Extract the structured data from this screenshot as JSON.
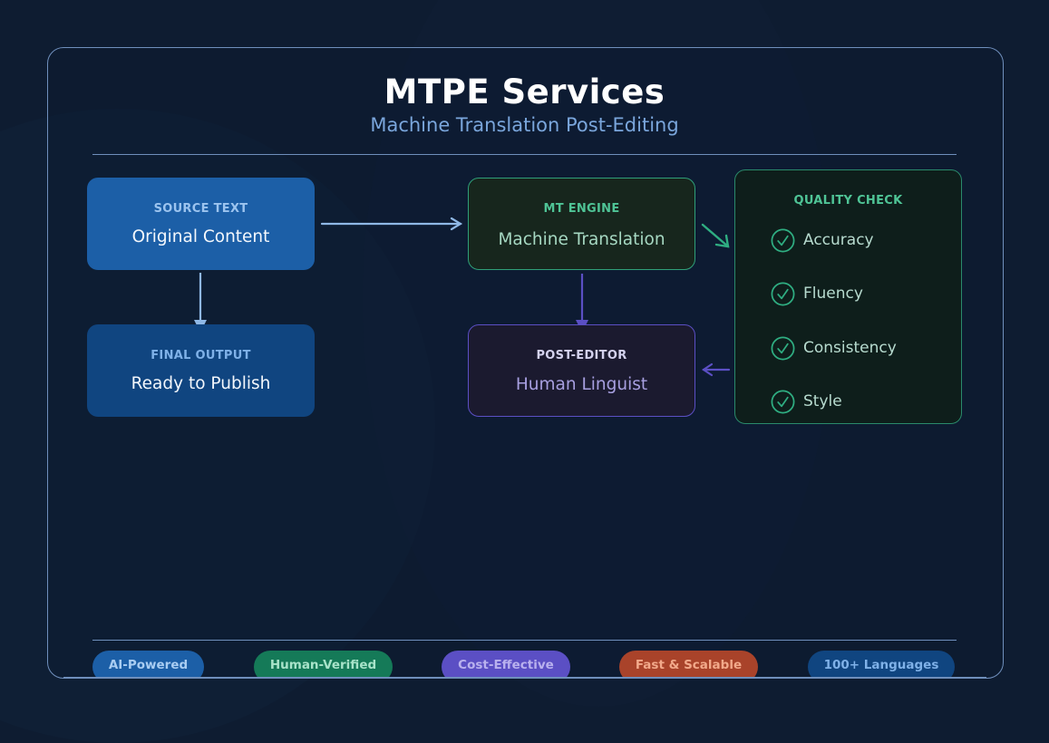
{
  "header": {
    "title": "MTPE Services",
    "subtitle": "Machine Translation Post-Editing"
  },
  "nodes": {
    "source": {
      "label": "SOURCE TEXT",
      "value": "Original Content"
    },
    "mt_engine": {
      "label": "MT ENGINE",
      "value": "Machine Translation"
    },
    "quality_check": {
      "label": "QUALITY CHECK",
      "items": [
        "Accuracy",
        "Fluency",
        "Consistency",
        "Style"
      ]
    },
    "post_editor": {
      "label": "POST-EDITOR",
      "value": "Human Linguist"
    },
    "final_output": {
      "label": "FINAL OUTPUT",
      "value": "Ready to Publish"
    }
  },
  "edges": [
    {
      "from": "source",
      "to": "mt_engine",
      "color": "#8fb8e6"
    },
    {
      "from": "mt_engine",
      "to": "quality_check",
      "color": "#2fae82"
    },
    {
      "from": "mt_engine",
      "to": "post_editor",
      "color": "#5b4fc4"
    },
    {
      "from": "quality_check",
      "to": "post_editor",
      "color": "#5b4fc4"
    },
    {
      "from": "source",
      "to": "final_output",
      "color": "#8fb8e6"
    }
  ],
  "tags": [
    {
      "label": "AI-Powered",
      "bg": "#1c5fa7",
      "fg": "#a9cdf2"
    },
    {
      "label": "Human-Verified",
      "bg": "#157a58",
      "fg": "#a8e3c9"
    },
    {
      "label": "Cost-Effective",
      "bg": "#5b4fc4",
      "fg": "#b9b1ee"
    },
    {
      "label": "Fast & Scalable",
      "bg": "#a9432a",
      "fg": "#f2a98a"
    },
    {
      "label": "100+ Languages",
      "bg": "#104580",
      "fg": "#7fb1e8"
    }
  ],
  "colors": {
    "background": "#0e1c31",
    "frame_border": "#6f8fbc",
    "accent_blue": "#1c5fa7",
    "accent_green": "#2fae82",
    "accent_purple": "#5b4fc4"
  }
}
